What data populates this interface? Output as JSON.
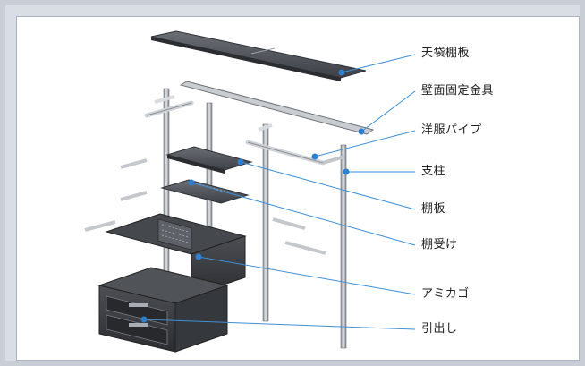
{
  "labels": [
    "天袋棚板",
    "壁面固定金具",
    "洋服パイプ",
    "支柱",
    "棚板",
    "棚受け",
    "アミカゴ",
    "引出し"
  ],
  "colors": {
    "callout_line": "#3f8fd6",
    "callout_dot": "#2f7fd0",
    "metal_light": "#c8cdd3",
    "metal_dark": "#55595f",
    "cabinet": "#3b3d41"
  }
}
